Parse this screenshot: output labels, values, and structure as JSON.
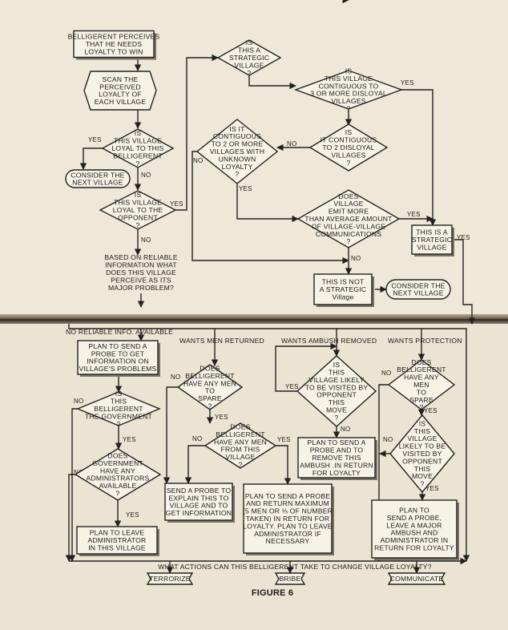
{
  "nodes": {
    "start": [
      "BELLIGERENT PERCEIVES",
      "THAT HE NEEDS",
      "LOYALTY TO WIN"
    ],
    "scan": [
      "SCAN THE",
      "PERCEIVED",
      "LOYALTY OF",
      "EACH VILLAGE"
    ],
    "loyal_this": [
      "IS",
      "THIS VILLAGE",
      "LOYAL TO THIS",
      "BELLIGERENT",
      "?"
    ],
    "consider_left": [
      "CONSIDER THE",
      "NEXT VILLAGE"
    ],
    "loyal_opp": [
      "IS",
      "THIS VILLAGE",
      "LOYAL TO THE",
      "OPPONENT",
      "?"
    ],
    "based": [
      "BASED ON RELIABLE",
      "INFORMATION  WHAT",
      "DOES THIS VILLAGE",
      "PERCEIVE AS ITS",
      "MAJOR PROBLEM?"
    ],
    "strategic_q": [
      "IS",
      "THIS A",
      "STRATEGIC",
      "VILLAGE",
      "?"
    ],
    "contig3": [
      "IS",
      "THIS VILLAGE",
      "CONTIGUOUS TO",
      "3 OR MORE DISLOYAL",
      "VILLAGES",
      "?"
    ],
    "contig2_unknown": [
      "IS IT",
      "CONTIGUOUS",
      "TO 2 OR MORE",
      "VILLAGES WITH",
      "UNKNOWN",
      "LOYALTY",
      "?"
    ],
    "contig2": [
      "IS",
      "IT CONTIGUOUS",
      "TO 2 DISLOYAL",
      "VILLAGES",
      "?"
    ],
    "emit": [
      "DOES",
      "VILLAGE",
      "EMIT MORE",
      "THAN AVERAGE AMOUNT",
      "OF VILLAGE-VILLAGE",
      "COMMUNICATIONS",
      "?"
    ],
    "strategic_yes": [
      "THIS IS A",
      "STRATEGIC",
      "VILLAGE"
    ],
    "not_strategic": [
      "THIS IS NOT",
      "A STRATEGIC",
      "Village"
    ],
    "consider_right": [
      "CONSIDER THE",
      "NEXT VILLAGE"
    ],
    "plan_probe": [
      "PLAN TO SEND A",
      "PROBE TO GET",
      "INFORMATION ON",
      "VILLAGE'S PROBLEMS"
    ],
    "is_gov": [
      "IS",
      "THIS",
      "BELLIGERENT",
      "THE GOVERNMENT",
      "?"
    ],
    "gov_admin": [
      "DOES",
      "GOVERNMENT",
      "HAVE ANY",
      "ADMINISTRATORS",
      "AVAILABLE",
      "?"
    ],
    "plan_leave": [
      "PLAN TO LEAVE",
      "ADMINISTRATOR",
      "IN THIS VILLAGE"
    ],
    "men_spare": [
      "DOES",
      "BELLIGERENT",
      "HAVE ANY MEN",
      "TO",
      "SPARE",
      "?"
    ],
    "men_from": [
      "DOES",
      "BELLIGERENT",
      "HAVE ANY MEN",
      "FROM THIS",
      "VILLAGE",
      "?"
    ],
    "send_probe_explain": [
      "SEND A PROBE TO",
      "EXPLAIN THIS TO",
      "VILLAGE AND TO",
      "GET INFORMATION"
    ],
    "plan_return": [
      "PLAN TO SEND A PROBE",
      "AND RETURN MAXIMUM",
      "(5 MEN OR ⅓ OF NUMBER",
      "TAKEN) IN RETURN FOR",
      "LOYALTY. PLAN TO LEAVE",
      "ADMINISTRATOR IF",
      "NECESSARY"
    ],
    "visited_amb": [
      "IS",
      "THIS",
      "VILLAGE LIKELY",
      "TO BE VISITED BY",
      "OPPONENT",
      "THIS",
      "MOVE",
      "?"
    ],
    "plan_remove": [
      "PLAN TO SEND A",
      "PROBE AND TO",
      "REMOVE THIS",
      "AMBUSH .IN RETURN",
      "FOR LOYALTY"
    ],
    "prot_spare": [
      "DOES",
      "BELLIGERENT",
      "HAVE ANY",
      "MEN",
      "TO",
      "SPARE",
      "?"
    ],
    "prot_visited": [
      "IS",
      "THIS",
      "VILLAGE",
      "LIKELY TO BE",
      "VISITED BY",
      "OPPONENT",
      "THIS",
      "MOVE",
      "?"
    ],
    "plan_ambush": [
      "PLAN TO",
      "SEND A PROBE,",
      "LEAVE A MAJOR",
      "AMBUSH AND",
      "ADMINISTRATOR IN",
      "RETURN FOR LOYALTY"
    ],
    "actions_q": [
      "WHAT ACTIONS CAN THIS BELLIGERENT TAKE TO CHANGE VILLAGE LOYALTY?"
    ],
    "terrorize": [
      "TERRORIZE"
    ],
    "bribe": [
      "BRIBE"
    ],
    "communicate": [
      "COMMUNICATE"
    ]
  },
  "branches": {
    "no_reliable": "NO RELIABLE INFO. AVAILABLE",
    "men_returned": "WANTS MEN RETURNED",
    "ambush_removed": "WANTS AMBUSH REMOVED",
    "protection": "WANTS PROTECTION"
  },
  "edge_labels": {
    "yes": "YES",
    "no": "NO"
  },
  "caption": "FIGURE 6"
}
